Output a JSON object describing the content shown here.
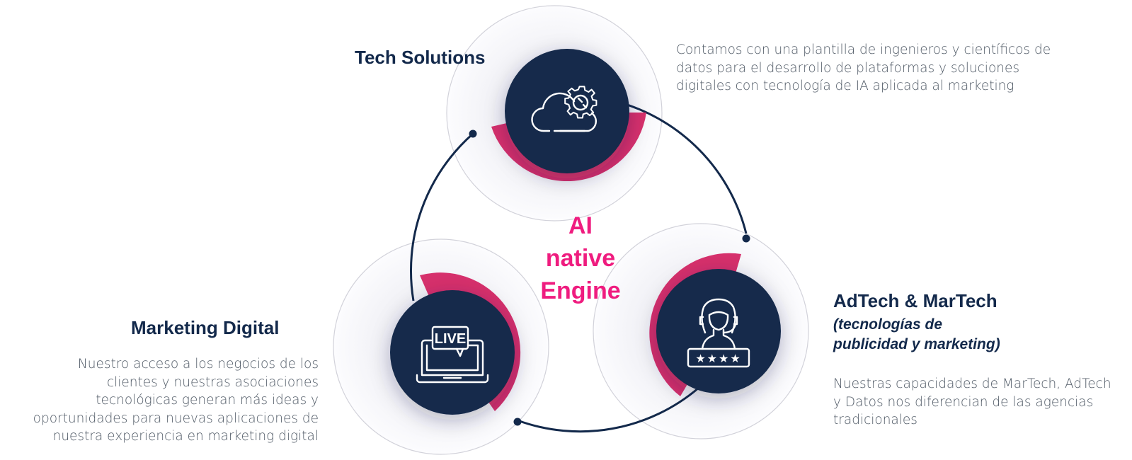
{
  "center": {
    "label": [
      "AI",
      "native",
      "Engine"
    ]
  },
  "nodes": {
    "tech": {
      "title": "Tech Solutions",
      "description": [
        "Contamos con una plantilla de ingenieros y científicos de",
        "datos para el desarrollo de plataformas y soluciones",
        "digitales con tecnología de IA aplicada al marketing"
      ],
      "icon": "cloud-gear-icon"
    },
    "marketing": {
      "title": "Marketing Digital",
      "description": [
        "Nuestro acceso a los negocios de los",
        "clientes y nuestras asociaciones",
        "tecnológicas generan más ideas y",
        "oportunidades para nuevas aplicaciones de",
        "nuestra experiencia en marketing digital"
      ],
      "icon": "live-laptop-icon",
      "icon_text": "LIVE"
    },
    "adtech": {
      "title": "AdTech & MarTech",
      "subtitle": [
        "(tecnologías de",
        "publicidad y marketing)"
      ],
      "description": [
        "Nuestras capacidades de MarTech, AdTech",
        "y Datos nos diferencian de las agencias",
        "tradicionales"
      ],
      "icon": "agent-rating-icon"
    }
  },
  "colors": {
    "navy": "#13294b",
    "magenta": "#ef1c7f",
    "arc": "#d6306c",
    "ring": "#cfcfd6",
    "text": "#505a66"
  }
}
